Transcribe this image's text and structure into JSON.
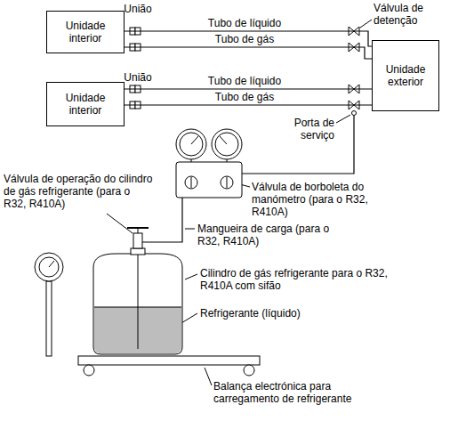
{
  "diagram": {
    "nodes": [
      {
        "text": [
          "Unidade interior"
        ]
      },
      {
        "text": [
          "Unidade interior"
        ]
      },
      {
        "text": [
          "Unidade exterior"
        ]
      }
    ],
    "edges": [
      {
        "from": 0,
        "to": 2,
        "arrow": "none",
        "label": "Tubo de líquido"
      },
      {
        "from": 0,
        "to": 2,
        "arrow": "none",
        "label": "Tubo de gás"
      },
      {
        "from": 1,
        "to": 2,
        "arrow": "none",
        "label": "Tubo de líquido"
      },
      {
        "from": 1,
        "to": 2,
        "arrow": "none",
        "label": "Tubo de gás"
      }
    ],
    "labels": [
      "União",
      "União",
      "Válvula de detenção",
      "Porta de serviço",
      "Válvula de operação do cilindro de gás refrigerante (para o R32, R410A)",
      "Válvula de borboleta do manómetro (para o R32, R410A)",
      "Mangueira de carga (para o R32, R410A)",
      "Cilindro de gás refrigerante para o R32, R410A com sifão",
      "Refrigerante (líquido)",
      "Balança electrónica para carregamento de refrigerante"
    ]
  }
}
